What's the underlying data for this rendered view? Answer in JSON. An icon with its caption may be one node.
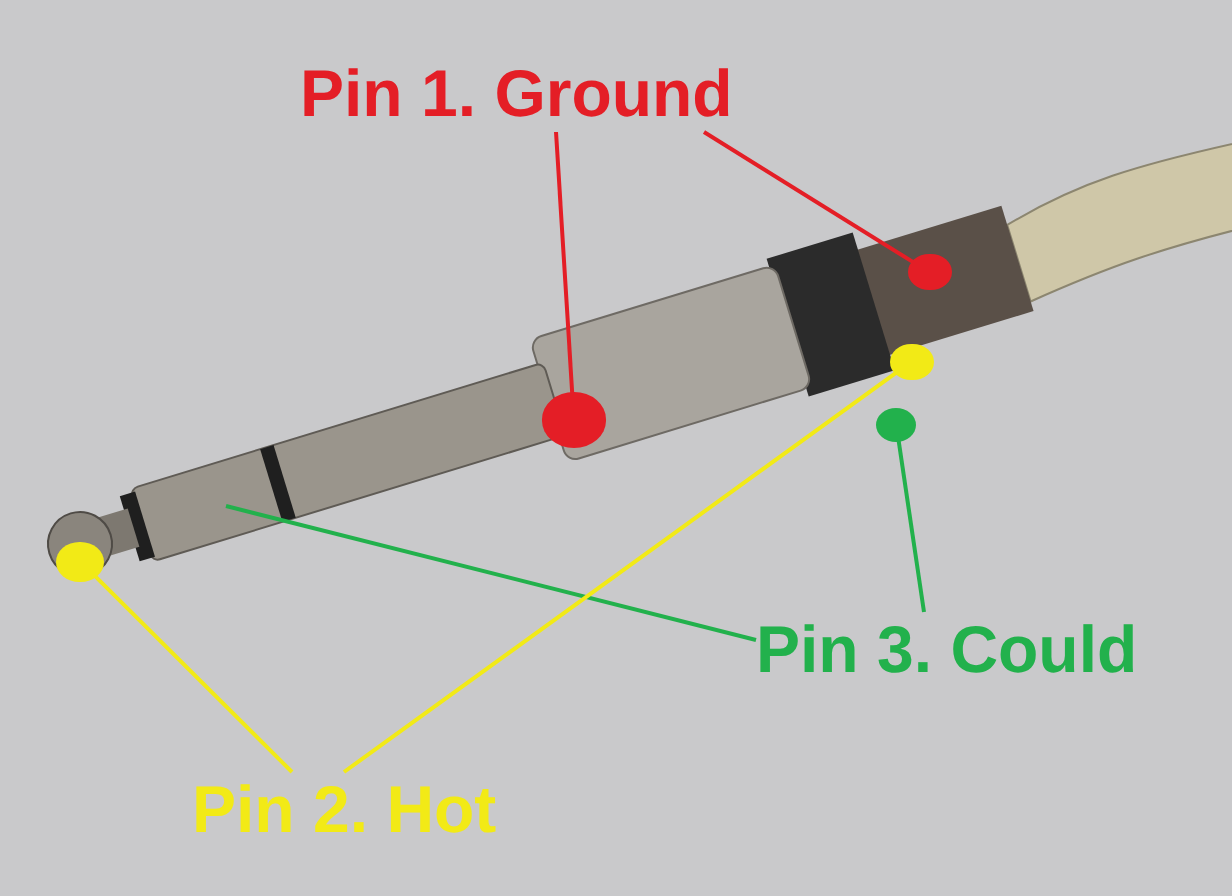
{
  "diagram": {
    "nodes": [
      {
        "text": [
          "Pin 1. Ground"
        ]
      },
      {
        "text": [],
        "shape": "circle"
      },
      {
        "text": [],
        "shape": "circle"
      },
      {
        "text": [],
        "shape": "circle"
      },
      {
        "text": [],
        "shape": "circle"
      },
      {
        "text": [],
        "shape": "circle"
      },
      {
        "text": [
          "Pin 3. Could"
        ]
      },
      {
        "text": [
          "Pin 2. Hot"
        ]
      }
    ],
    "edges": [
      {
        "from": 0,
        "to": 2,
        "arrow": "none",
        "color": "#e41e26"
      },
      {
        "from": 0,
        "to": 1,
        "arrow": "none",
        "color": "#e41e26"
      },
      {
        "from": 6,
        "to": 4,
        "arrow": "none",
        "color": "#22b14c"
      },
      {
        "from": 6,
        "to": null,
        "arrow": "none",
        "color": "#22b14c"
      },
      {
        "from": 7,
        "to": 5,
        "arrow": "none",
        "color": "#f2ea16"
      },
      {
        "from": 7,
        "to": 3,
        "arrow": "none",
        "color": "#f2ea16"
      }
    ]
  }
}
